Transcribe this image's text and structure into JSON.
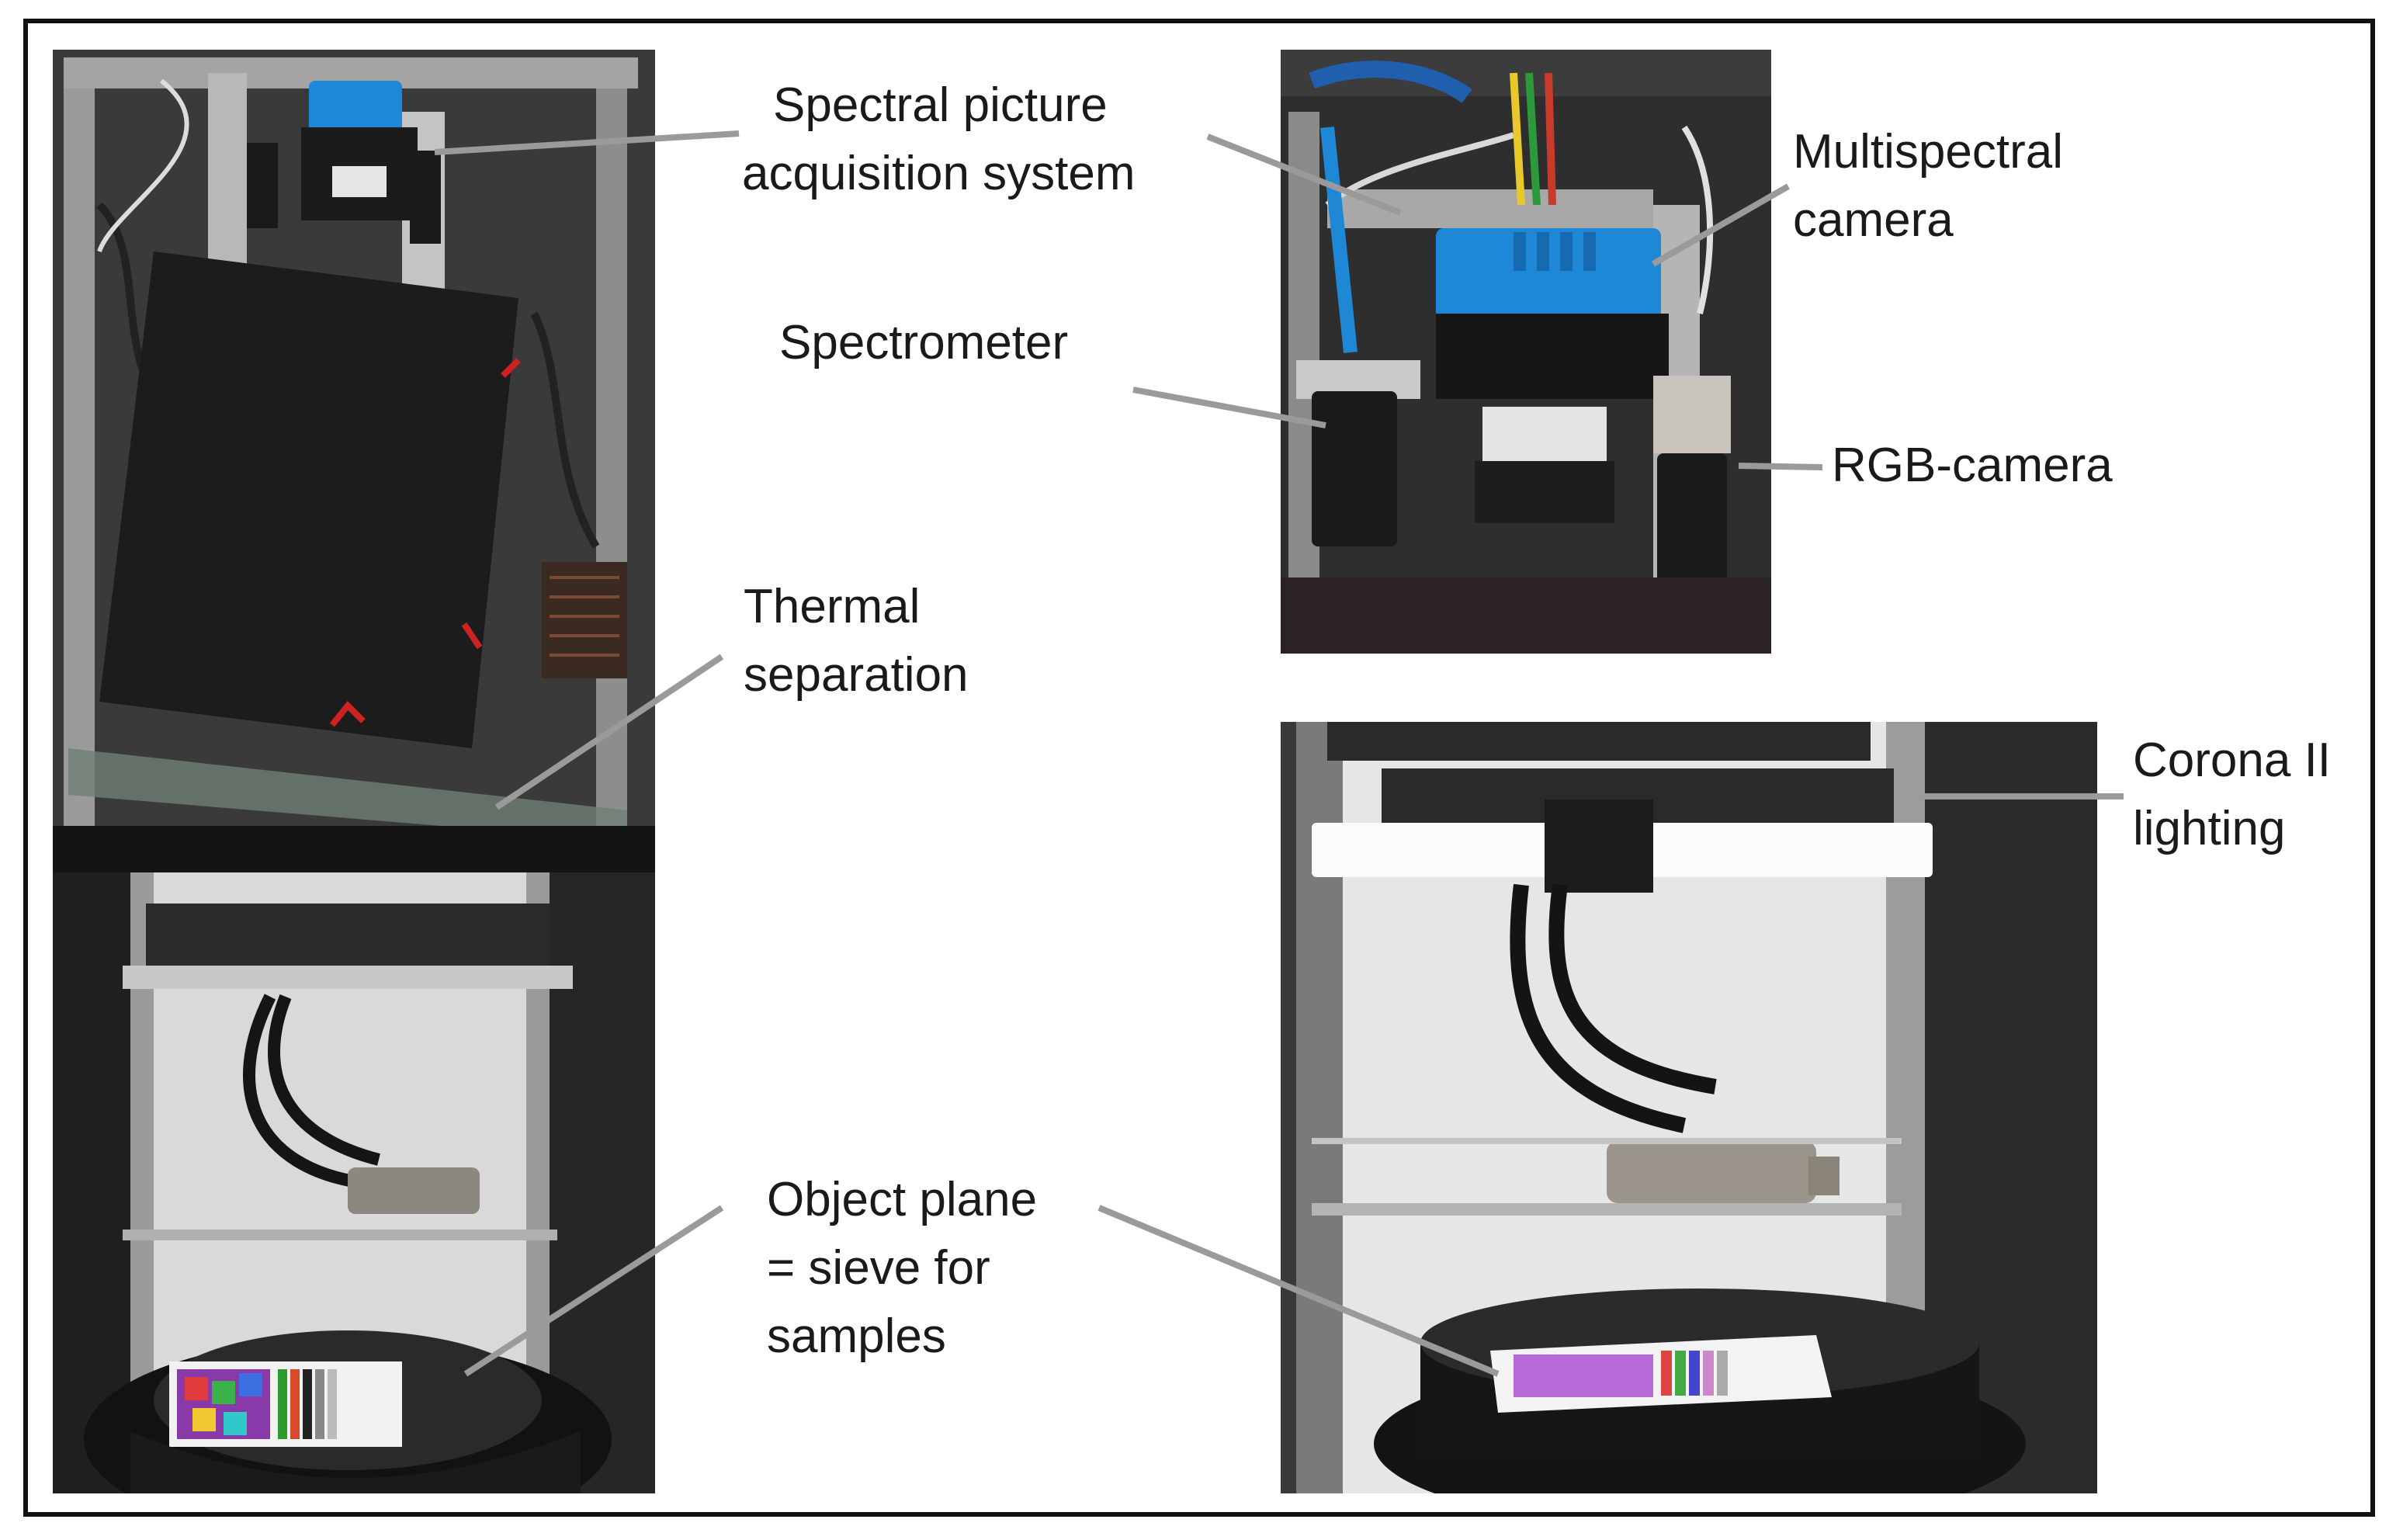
{
  "labels": {
    "spectral_picture_1": "Spectral picture",
    "spectral_picture_2": "acquisition system",
    "multispectral_1": "Multispectral",
    "multispectral_2": "camera",
    "spectrometer": "Spectrometer",
    "rgb_camera": "RGB-camera",
    "thermal_1": "Thermal",
    "thermal_2": "separation",
    "corona_1": "Corona II",
    "corona_2": "lighting",
    "object_1": "Object plane",
    "object_2": "= sieve for",
    "object_3": "samples"
  },
  "photos": {
    "left": "full-setup-photo",
    "top_right": "camera-closeup-photo",
    "bottom_right": "lighting-closeup-photo"
  },
  "colors": {
    "frame": "#111111",
    "leader_line": "#9a9a9a",
    "camera_blue": "#1f88d6",
    "text": "#1a1a1a"
  }
}
